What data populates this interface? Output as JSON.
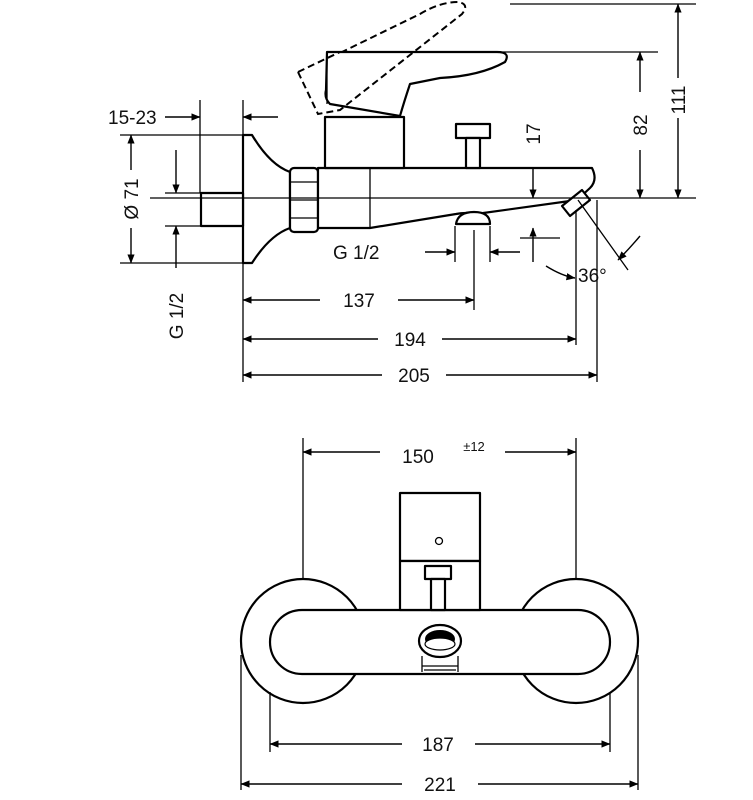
{
  "side_view": {
    "dim_wall_depth": "15-23",
    "dim_diameter": "Ø 71",
    "dim_inlet_thread": "G 1/2",
    "dim_outlet_thread": "G 1/2",
    "dim_spout_height": "17",
    "dim_lever_height": "82",
    "dim_total_height": "111",
    "dim_angle": "36°",
    "dim_outlet_reach": "137",
    "dim_spout_reach": "194",
    "dim_total_depth": "205"
  },
  "front_view": {
    "dim_centers": "150",
    "dim_centers_tolerance": "±12",
    "dim_body_width": "187",
    "dim_total_width": "221"
  }
}
